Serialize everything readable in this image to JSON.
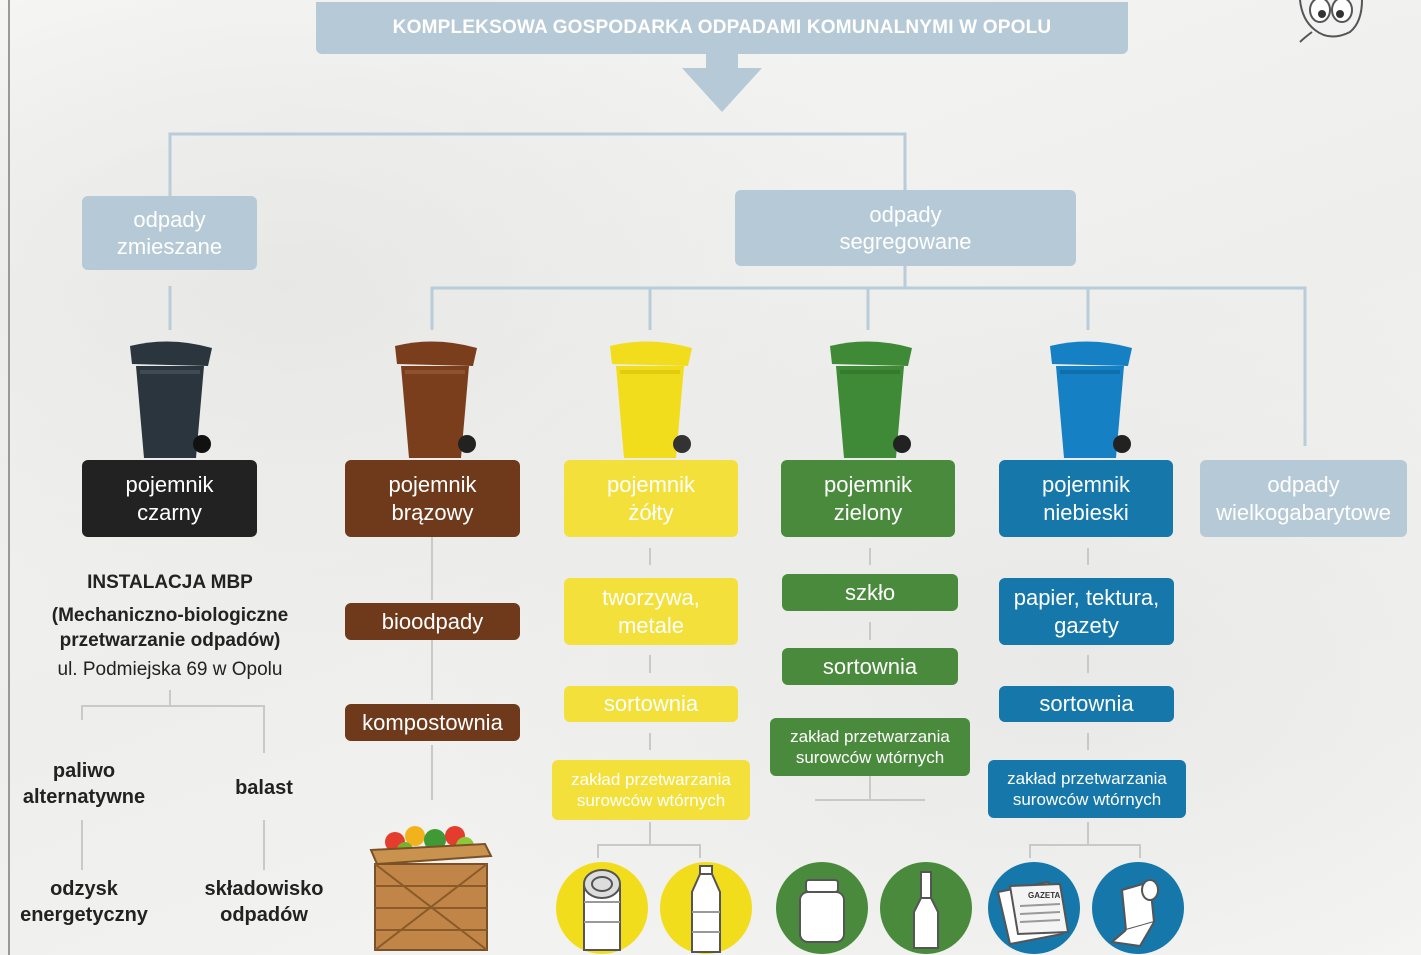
{
  "title": "KOMPLEKSOWA GOSPODARKA ODPADAMI KOMUNALNYMI W OPOLU",
  "branches": {
    "mixed": "odpady\nzmieszane",
    "segregated": "odpady\nsegregowane"
  },
  "bins": [
    {
      "label": "pojemnik\nczarny",
      "color": "#2a353d"
    },
    {
      "label": "pojemnik\nbrązowy",
      "color": "#7a3e1d"
    },
    {
      "label": "pojemnik\nżółty",
      "color": "#f2dd1c"
    },
    {
      "label": "pojemnik\nzielony",
      "color": "#3f8a36"
    },
    {
      "label": "pojemnik\nniebieski",
      "color": "#1581c4"
    }
  ],
  "bulky": "odpady\nwielkogabarytowe",
  "mbp": {
    "name": "INSTALACJA MBP",
    "full": "(Mechaniczno-biologiczne\nprzetwarzanie odpadów)",
    "address": "ul. Podmiejska 69 w Opolu",
    "outputs": [
      {
        "label": "paliwo\nalternatywne",
        "result": "odzysk\nenergetyczny"
      },
      {
        "label": "balast",
        "result": "składowisko\nodpadów"
      }
    ]
  },
  "brown_steps": [
    "bioodpady",
    "kompostownia"
  ],
  "yellow_steps": [
    "tworzywa,\nmetale",
    "sortownia",
    "zakład przetwarzania\nsurowców wtórnych"
  ],
  "green_steps": [
    "szkło",
    "sortownia",
    "zakład przetwarzania\nsurowców wtórnych"
  ],
  "blue_steps": [
    "papier, tektura,\ngazety",
    "sortownia",
    "zakład przetwarzania\nsurowców wtórnych"
  ],
  "newspaper_text": "GAZETA",
  "colors": {
    "grey_box": "#b6c9d6",
    "line": "#b9ccd9",
    "yellow": "#f4e03a",
    "green": "#4a8a3c",
    "blue": "#1577aa",
    "brown": "#6e3a1b"
  }
}
